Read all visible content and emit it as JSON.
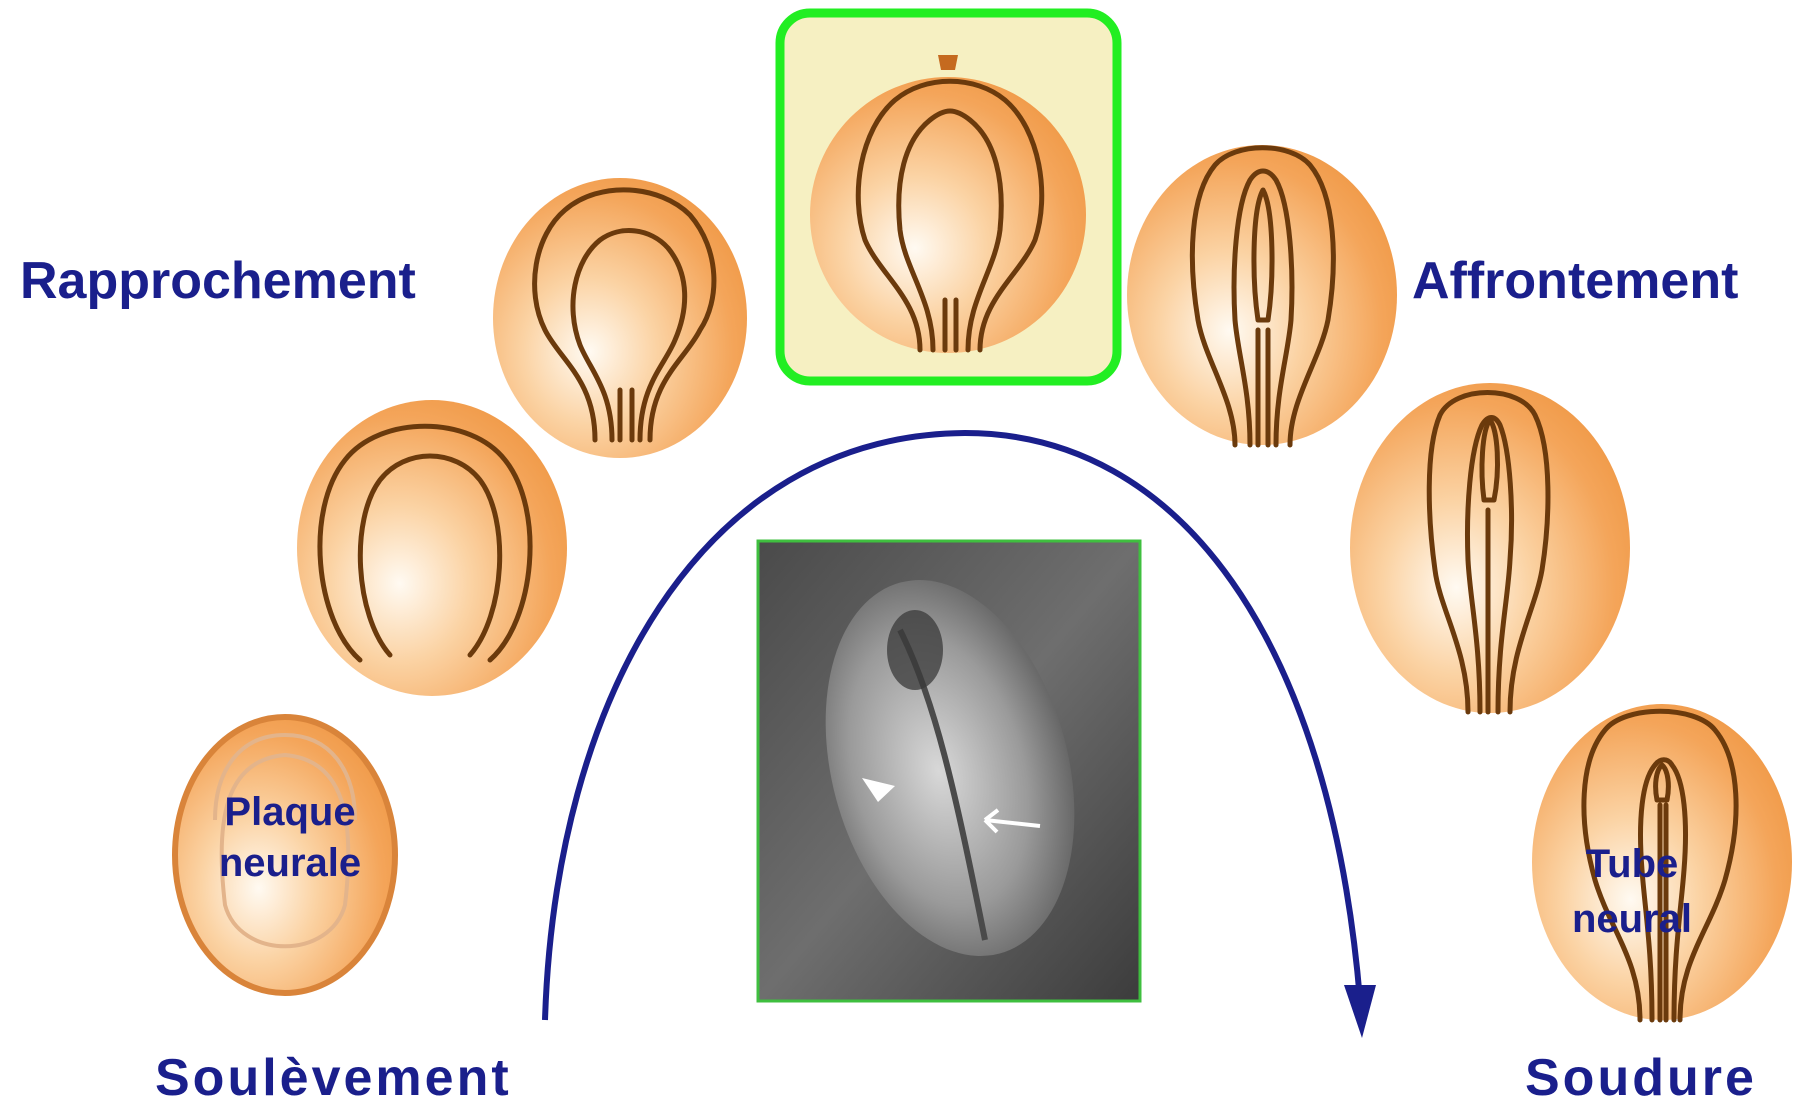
{
  "labels": {
    "rapprochement": "Rapprochement",
    "affrontement": "Affrontement",
    "soulevement": "Soulèvement",
    "soudure": "Soudure",
    "plaque_line1": "Plaque",
    "plaque_line2": "neurale",
    "tube_line1": "Tube",
    "tube_line2": "neural"
  },
  "colors": {
    "label_text": "#1a1f8c",
    "arrow": "#1a1f8c",
    "embryo_fill": "#f4a860",
    "embryo_outline": "#6b3a0c",
    "highlight_border": "#22ee22",
    "highlight_fill": "#f6f0c2",
    "photo_border": "#3fbf3f"
  },
  "stages": [
    "plaque-neurale",
    "soulevement",
    "rapprochement",
    "highlighted-stage",
    "affrontement",
    "late-affrontement",
    "tube-neural"
  ],
  "highlighted_stage": "highlighted-stage"
}
